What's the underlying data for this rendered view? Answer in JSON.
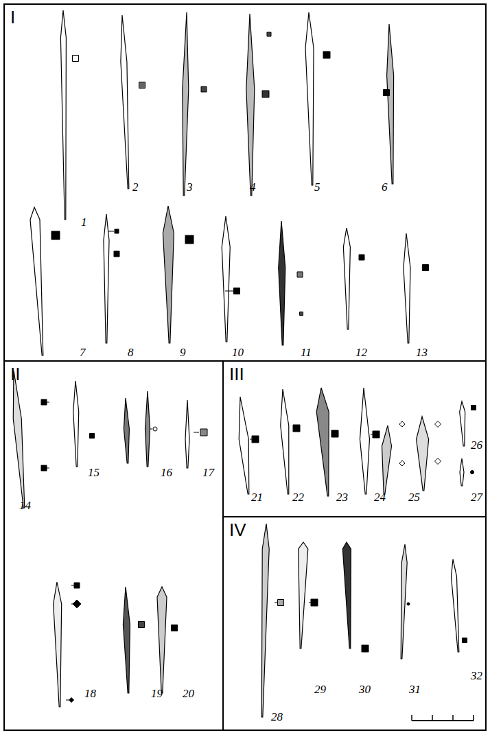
{
  "diagram": {
    "nodes": [
      {
        "text": [
          "I"
        ]
      },
      {
        "text": [
          "II"
        ]
      },
      {
        "text": [
          "III"
        ]
      },
      {
        "text": [
          "IV"
        ]
      }
    ],
    "labels": [
      "1",
      "2",
      "3",
      "4",
      "5",
      "6",
      "7",
      "8",
      "9",
      "10",
      "11",
      "12",
      "13",
      "14",
      "15",
      "16",
      "17",
      "18",
      "19",
      "20",
      "21",
      "22",
      "23",
      "24",
      "25",
      "26",
      "27",
      "28",
      "29",
      "30",
      "31",
      "32"
    ]
  }
}
